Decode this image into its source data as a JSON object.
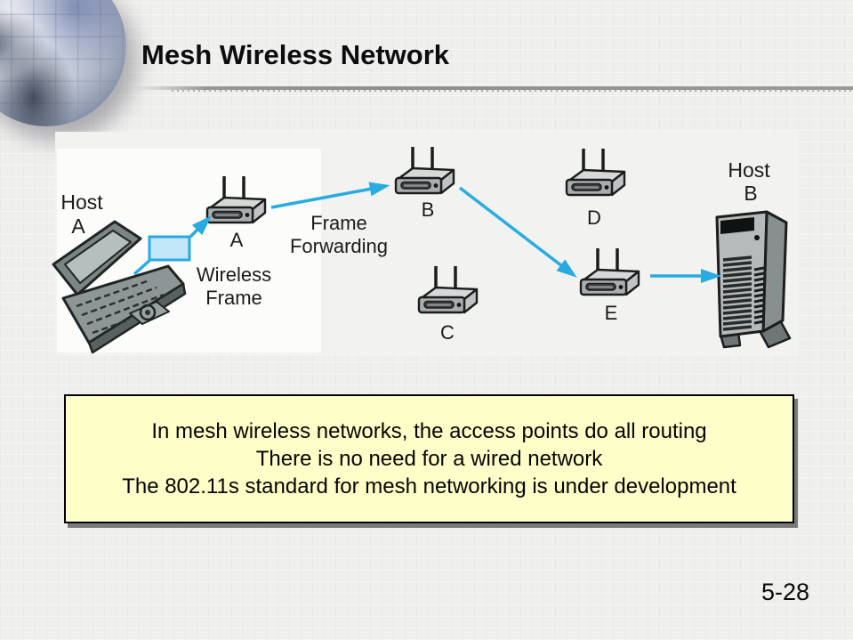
{
  "slide": {
    "title": "Mesh Wireless Network",
    "page_number": "5-28"
  },
  "colors": {
    "arrow_blue": "#29abe2",
    "wireless_frame_fill": "#c2e7f9",
    "note_box_bg": "#FEFEC8",
    "title_color": "#0d0d0d"
  },
  "diagram": {
    "host_a": {
      "line1": "Host",
      "line2": "A"
    },
    "host_b": {
      "line1": "Host",
      "line2": "B"
    },
    "access_points": {
      "a": "A",
      "b": "B",
      "c": "C",
      "d": "D",
      "e": "E"
    },
    "labels": {
      "wireless_frame_line1": "Wireless",
      "wireless_frame_line2": "Frame",
      "frame_forwarding_line1": "Frame",
      "frame_forwarding_line2": "Forwarding"
    }
  },
  "note_box": {
    "line1": "In mesh wireless networks, the access points do all routing",
    "line2": "There is no need for a wired network",
    "line3": "The 802.11s standard for mesh networking is under development"
  }
}
